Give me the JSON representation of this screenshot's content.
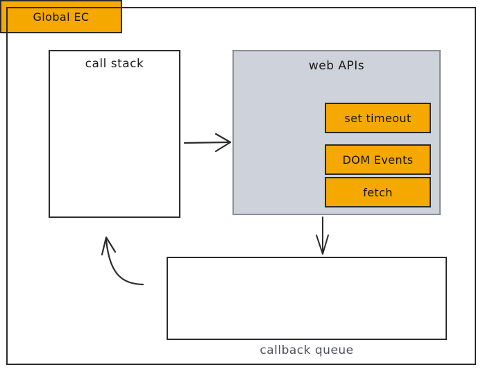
{
  "diagram": {
    "title_visible": false,
    "colors": {
      "accent_orange": "#f5a800",
      "panel_gray": "#ced2da",
      "stroke_dark": "#2b2b2b",
      "label_gray": "#4c4f58",
      "background": "#ffffff"
    },
    "call_stack": {
      "title": "call stack",
      "frames": [
        {
          "label": "Global EC"
        }
      ]
    },
    "web_apis": {
      "title": "web APIs",
      "items": [
        {
          "label": "set timeout"
        },
        {
          "label": "DOM Events"
        },
        {
          "label": "fetch"
        }
      ]
    },
    "callback_queue": {
      "label": "callback queue",
      "items": []
    },
    "arrows": [
      {
        "name": "call-stack-to-web-apis",
        "direction": "right",
        "style": "straight"
      },
      {
        "name": "web-apis-to-callback-queue",
        "direction": "down",
        "style": "straight"
      },
      {
        "name": "callback-queue-to-call-stack",
        "direction": "up-left",
        "style": "curved"
      }
    ]
  }
}
